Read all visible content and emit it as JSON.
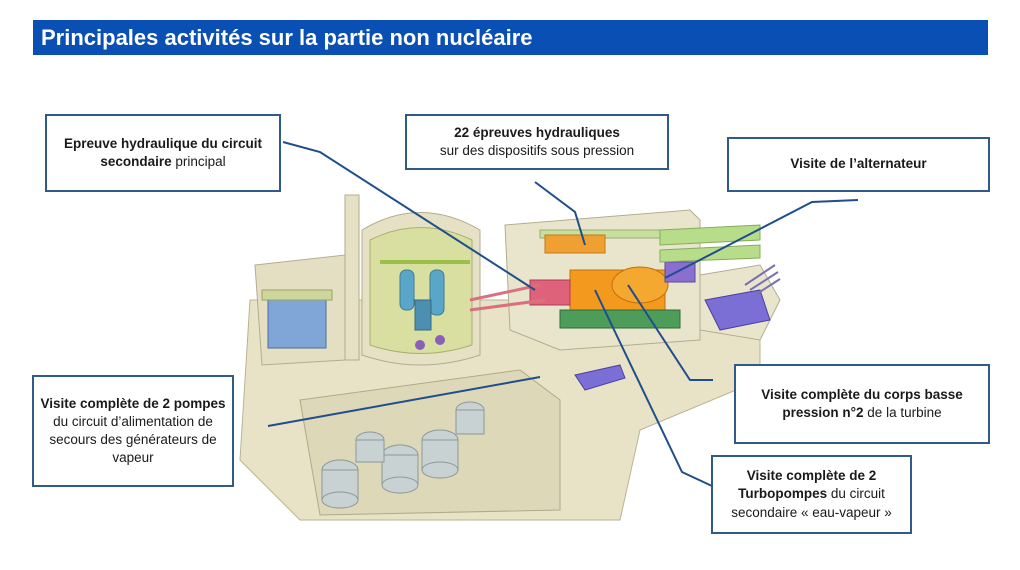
{
  "title": "Principales activités sur la partie non nucléaire",
  "callouts": {
    "hydro_secondaire": {
      "bold": "Epreuve hydraulique du circuit secondaire",
      "normal": " principal"
    },
    "epreuves_22": {
      "bold": "22 épreuves hydrauliques",
      "normal": "sur des dispositifs sous pression"
    },
    "alternateur": {
      "bold": "Visite de l’alternateur"
    },
    "pompes": {
      "bold": "Visite complète de 2 pompes",
      "normal": " du circuit d’alimentation de secours des générateurs de vapeur"
    },
    "corps_bp": {
      "bold": "Visite complète du corps basse pression n°2",
      "normal": " de la turbine"
    },
    "turbopompes": {
      "bold": "Visite complète de 2 Turbopompes",
      "normal": " du circuit secondaire « eau-vapeur »"
    }
  },
  "colors": {
    "title_bg": "#0a50b4",
    "callout_border": "#2f5a8a",
    "leader_line": "#1f4e8c"
  }
}
